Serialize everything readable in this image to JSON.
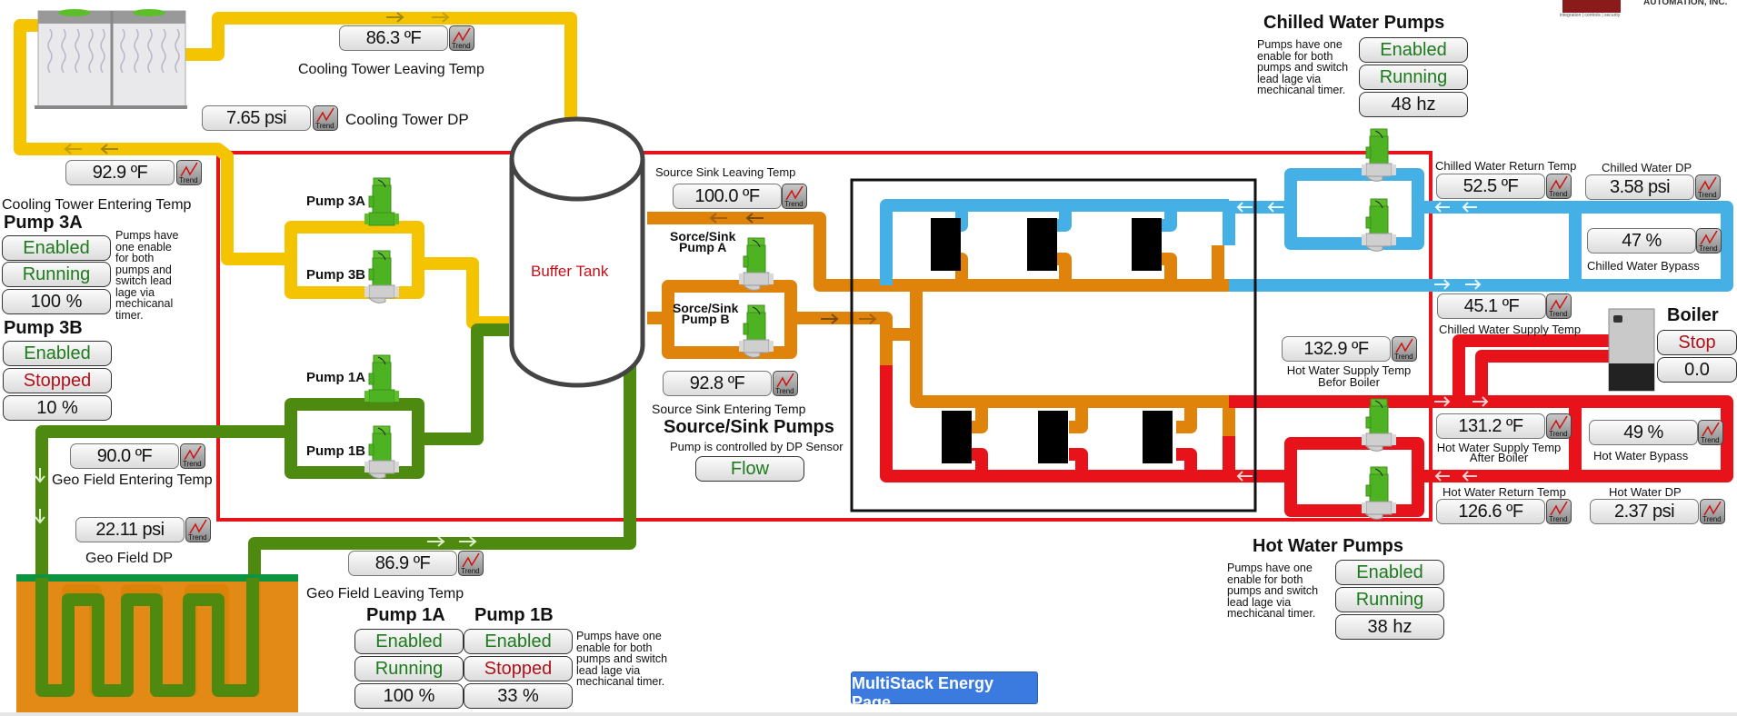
{
  "logo": {
    "company": "AUTOMATION, INC.",
    "tagline": "integration | controls | security"
  },
  "trend_label": "Trend",
  "cooling_tower": {
    "leaving_temp": {
      "value": "86.3 ºF",
      "label": "Cooling Tower Leaving Temp"
    },
    "dp": {
      "value": "7.65 psi",
      "label": "Cooling Tower DP"
    },
    "entering_temp": {
      "value": "92.9 ºF",
      "label": "Cooling Tower Entering Temp"
    }
  },
  "pump3": {
    "a": {
      "title": "Pump 3A",
      "enable": "Enabled",
      "status": "Running",
      "speed": "100 %"
    },
    "b": {
      "title": "Pump 3B",
      "enable": "Enabled",
      "status": "Stopped",
      "speed": "10 %"
    },
    "note": "Pumps have one enable for both pumps and switch lead lage via mechicanal timer.",
    "diagram_labels": [
      "Pump 3A",
      "Pump 3B"
    ]
  },
  "pump1": {
    "a": {
      "title": "Pump 1A",
      "enable": "Enabled",
      "status": "Running",
      "speed": "100 %"
    },
    "b": {
      "title": "Pump 1B",
      "enable": "Enabled",
      "status": "Stopped",
      "speed": "33 %"
    },
    "note": "Pumps have one enable for both pumps and switch lead lage via mechicanal timer.",
    "diagram_labels": [
      "Pump 1A",
      "Pump 1B"
    ]
  },
  "geo_field": {
    "entering_temp": {
      "value": "90.0 ºF",
      "label": "Geo Field Entering Temp"
    },
    "dp": {
      "value": "22.11 psi",
      "label": "Geo Field DP"
    },
    "leaving_temp": {
      "value": "86.9 ºF",
      "label": "Geo Field Leaving Temp"
    }
  },
  "buffer_tank": {
    "label": "Buffer Tank"
  },
  "source_sink": {
    "leaving_temp": {
      "value": "100.0 ºF",
      "label": "Source Sink Leaving Temp"
    },
    "entering_temp": {
      "value": "92.8 ºF",
      "label": "Source Sink Entering Temp"
    },
    "pump_a_label": [
      "Sorce/Sink",
      "Pump A"
    ],
    "pump_b_label": [
      "Sorce/Sink",
      "Pump B"
    ],
    "title": "Source/Sink Pumps",
    "note": "Pump is controlled by DP Sensor",
    "flow": "Flow"
  },
  "chilled_water": {
    "title": "Chilled Water Pumps",
    "note": "Pumps have one enable for both pumps and switch lead lage via mechicanal timer.",
    "enable": "Enabled",
    "status": "Running",
    "speed": "48 hz",
    "return_temp": {
      "value": "52.5 ºF",
      "label": "Chilled Water Return Temp"
    },
    "dp": {
      "value": "3.58 psi",
      "label": "Chilled Water DP"
    },
    "bypass": {
      "value": "47 %",
      "label": "Chilled Water Bypass"
    },
    "supply_temp": {
      "value": "45.1 ºF",
      "label": "Chilled Water Supply Temp"
    }
  },
  "boiler": {
    "title": "Boiler",
    "status": "Stop",
    "value": "0.0"
  },
  "hot_water": {
    "title": "Hot Water Pumps",
    "note": "Pumps have one enable for both pumps and switch lead lage via mechicanal timer.",
    "enable": "Enabled",
    "status": "Running",
    "speed": "38 hz",
    "supply_before_boiler": {
      "value": "132.9 ºF",
      "label_1": "Hot Water Supply Temp",
      "label_2": "Befor Boiler"
    },
    "supply_after_boiler": {
      "value": "131.2 ºF",
      "label_1": "Hot Water Supply Temp",
      "label_2": "After Boiler"
    },
    "bypass": {
      "value": "49 %",
      "label": "Hot Water Bypass"
    },
    "return_temp": {
      "value": "126.6 ºF",
      "label": "Hot Water Return Temp"
    },
    "dp": {
      "value": "2.37 psi",
      "label": "Hot Water DP"
    }
  },
  "nav": {
    "multistack_button": "MultiStack Energy Page"
  },
  "colors": {
    "cooling_tower_loop": "#f5c400",
    "geo_loop": "#4f8a10",
    "source_sink_loop": "#e0830a",
    "chilled_loop": "#45b0e6",
    "hot_loop": "#e8121b",
    "status_ok": "#1d7a1d",
    "status_stopped": "#b0121b",
    "nav_button": "#3b7be0"
  }
}
